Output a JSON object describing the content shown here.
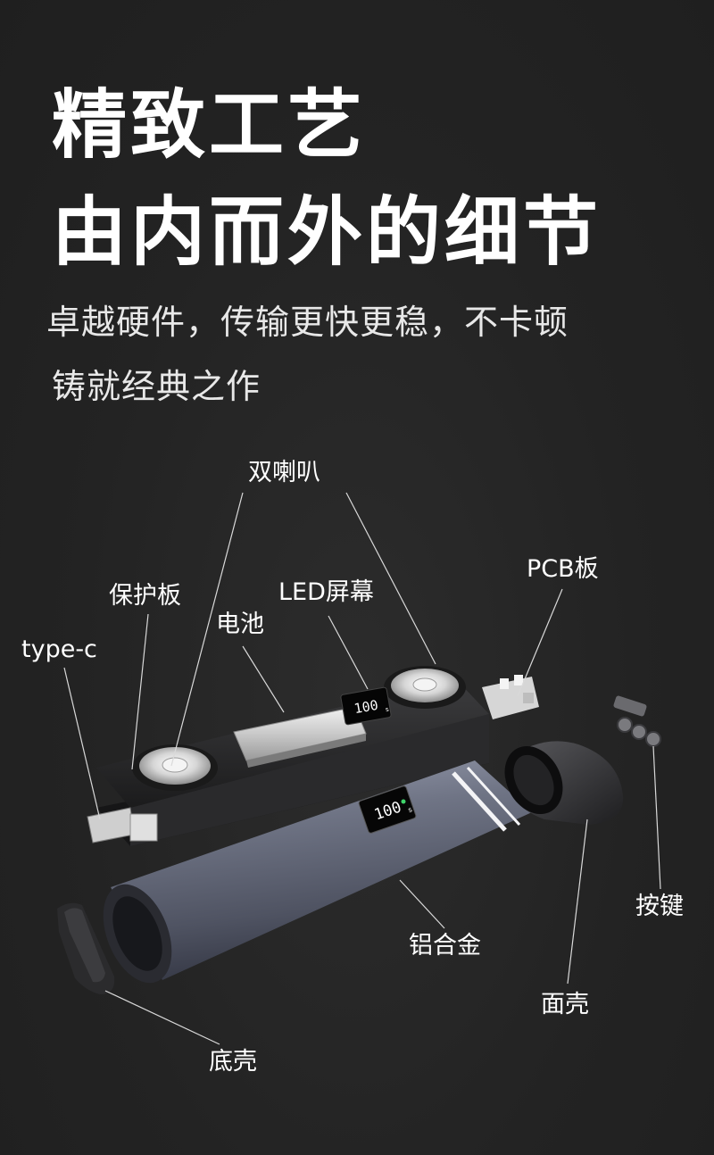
{
  "headline": {
    "line1": "精致工艺",
    "line2": "由内而外的细节"
  },
  "subheadline": {
    "line1": "卓越硬件，传输更快更稳，不卡顿",
    "line2": "铸就经典之作"
  },
  "display": {
    "readout": "100",
    "unit": "s"
  },
  "callouts": {
    "speakers": "双喇叭",
    "protection_board": "保护板",
    "led_screen": "LED屏幕",
    "pcb_board": "PCB板",
    "battery": "电池",
    "usb_port": "type-c",
    "buttons": "按键",
    "aluminum_alloy": "铝合金",
    "front_shell": "面壳",
    "bottom_shell": "底壳"
  },
  "colors": {
    "background": "#222222",
    "text": "#ffffff",
    "leader_line": "#d9d9d9",
    "aluminum_body": "#6f7485",
    "display_green": "#3fd46a"
  }
}
